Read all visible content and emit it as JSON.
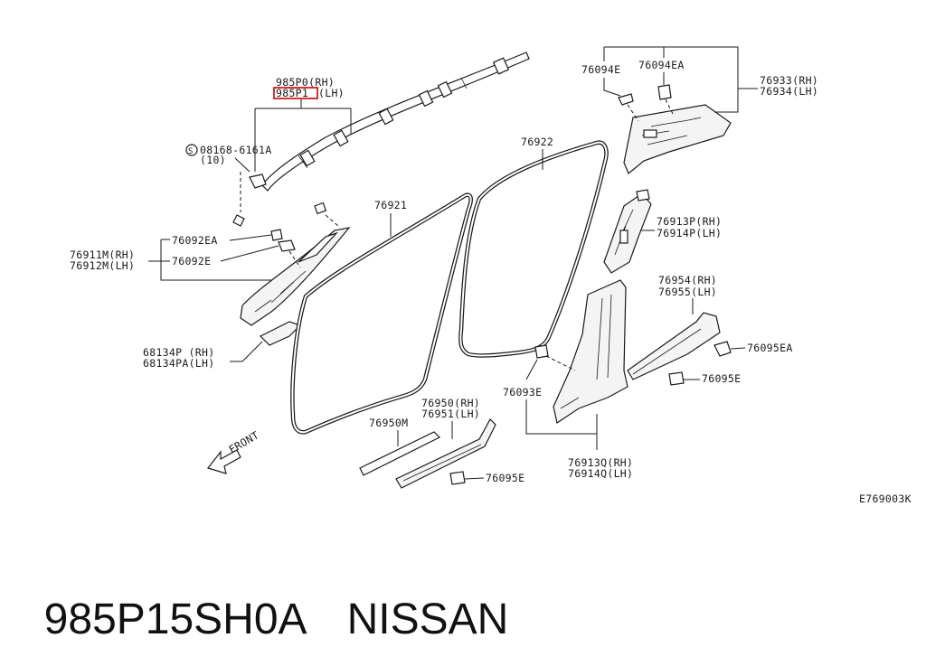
{
  "callouts": {
    "airbag_rh": "985P0(RH)",
    "airbag_lh_code": "985P1",
    "airbag_lh_side": "(LH)",
    "bolt": "08168-6161A",
    "bolt_qty": "(10)",
    "p76092EA": "76092EA",
    "p76092E": "76092E",
    "p76911M": "76911M(RH)",
    "p76912M": "76912M(LH)",
    "p68134P": "68134P (RH)",
    "p68134PA": "68134PA(LH)",
    "p76921": "76921",
    "p76922": "76922",
    "p76094E": "76094E",
    "p76094EA": "76094EA",
    "p76933": "76933(RH)",
    "p76934": "76934(LH)",
    "p76913P": "76913P(RH)",
    "p76914P": "76914P(LH)",
    "p76954": "76954(RH)",
    "p76955": "76955(LH)",
    "p76095EA": "76095EA",
    "p76095E_right": "76095E",
    "p76093E": "76093E",
    "p76950": "76950(RH)",
    "p76951": "76951(LH)",
    "p76950M": "76950M",
    "p76095E_bottom": "76095E",
    "p76913Q": "76913Q(RH)",
    "p76914Q": "76914Q(LH)",
    "front": "FRONT",
    "diagram_code": "E769003K"
  },
  "caption": {
    "part_number": "985P15SH0A",
    "brand": "NISSAN"
  },
  "colors": {
    "highlight": "#d00000",
    "ink": "#1a1a1a"
  }
}
